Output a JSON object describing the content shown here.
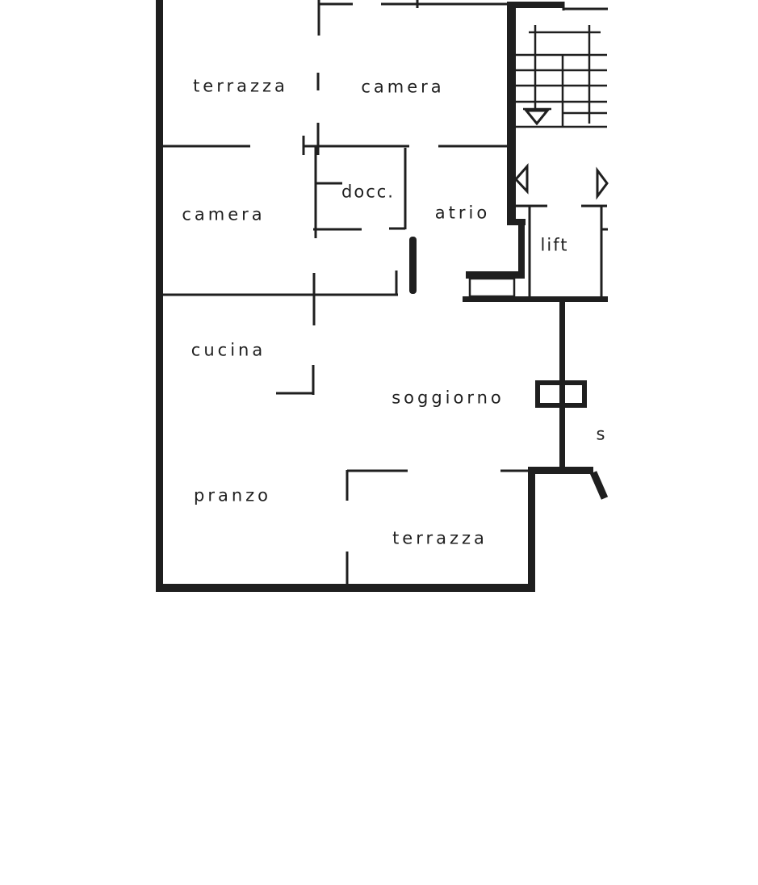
{
  "colors": {
    "ink": "#1f1f1f",
    "paper": "#ffffff"
  },
  "plan": {
    "rooms": {
      "terrazza_top": {
        "label": "terrazza"
      },
      "camera_top": {
        "label": "camera"
      },
      "camera_left": {
        "label": "camera"
      },
      "docc": {
        "label": "docc."
      },
      "atrio": {
        "label": "atrio"
      },
      "lift": {
        "label": "lift"
      },
      "cucina": {
        "label": "cucina"
      },
      "soggiorno": {
        "label": "soggiorno"
      },
      "pranzo": {
        "label": "pranzo"
      },
      "terrazza_bottom": {
        "label": "terrazza"
      },
      "truncated_right": {
        "label": "s"
      }
    }
  }
}
